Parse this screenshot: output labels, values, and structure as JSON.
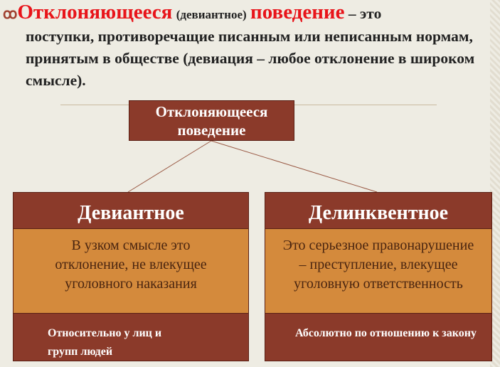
{
  "title": {
    "word1": "Отклоняющееся",
    "paren": "(девиантное)",
    "word2": "поведение",
    "rest": "– это",
    "body": "поступки, противоречащие писанным или неписанным нормам, принятым в обществе (девиация – любое отклонение в широком смысле)."
  },
  "root": "Отклоняющееся поведение",
  "columns": [
    {
      "heading": "Девиантное",
      "description": "В узком смысле это отклонение, не влекущее уголовного наказания",
      "footer": "Относительно у лиц и групп людей"
    },
    {
      "heading": "Делинквентное",
      "description": "Это серьезное правонарушение – преступление, влекущее уголовную ответственность",
      "footer": "Абсолютно по отношению к закону"
    }
  ],
  "colors": {
    "dark_red": "#8b3a2a",
    "orange": "#d48a3c",
    "accent_red": "#e8141a"
  }
}
